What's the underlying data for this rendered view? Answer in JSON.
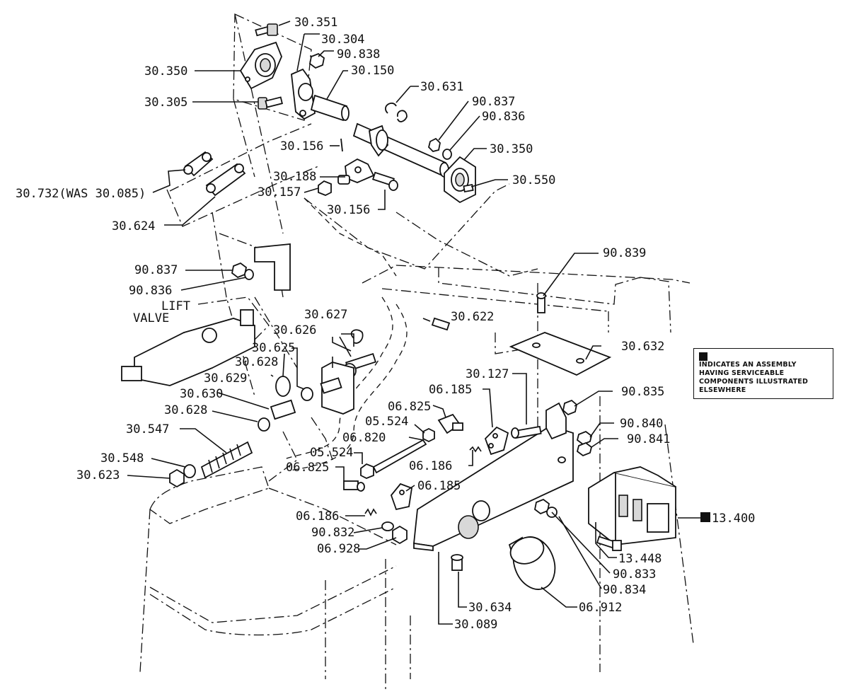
{
  "labels": {
    "p30_351": "30.351",
    "p30_304": "30.304",
    "p90_838": "90.838",
    "p30_350_a": "30.350",
    "p30_150": "30.150",
    "p30_305": "30.305",
    "p30_631": "30.631",
    "p90_837_a": "90.837",
    "p90_836_a": "90.836",
    "p30_350_b": "30.350",
    "p30_550": "30.550",
    "p30_156_a": "30.156",
    "p30_188": "30.188",
    "p30_157": "30.157",
    "p30_156_b": "30.156",
    "p30_732": "30.732(WAS 30.085)",
    "p30_624": "30.624",
    "p90_839": "90.839",
    "p90_837_b": "90.837",
    "p90_836_b": "90.836",
    "lift_valve_1": "LIFT",
    "lift_valve_2": "VALVE",
    "p30_622": "30.622",
    "p30_627": "30.627",
    "p30_626": "30.626",
    "p30_632": "30.632",
    "p30_625": "30.625",
    "p30_628_a": "30.628",
    "p30_629": "30.629",
    "p30_630": "30.630",
    "p30_628_b": "30.628",
    "p30_127": "30.127",
    "p06_185_a": "06.185",
    "p90_835": "90.835",
    "p06_825_a": "06.825",
    "p05_524_a": "05.524",
    "p90_840": "90.840",
    "p90_841": "90.841",
    "p30_547": "30.547",
    "p06_820": "06.820",
    "p05_524_b": "05.524",
    "p30_548": "30.548",
    "p06_186_a": "06.186",
    "p30_623": "30.623",
    "p06_825_b": "06.825",
    "p06_185_b": "06.185",
    "p13_400": "13.400",
    "p06_186_b": "06.186",
    "p90_832": "90.832",
    "p06_928": "06.928",
    "p13_448": "13.448",
    "p90_833": "90.833",
    "p90_834": "90.834",
    "p30_634": "30.634",
    "p06_912": "06.912",
    "p30_089": "30.089"
  },
  "legend": {
    "text": "INDICATES AN ASSEMBLY HAVING SERVICEABLE COMPONENTS ILLUSTRATED ELSEWHERE"
  }
}
